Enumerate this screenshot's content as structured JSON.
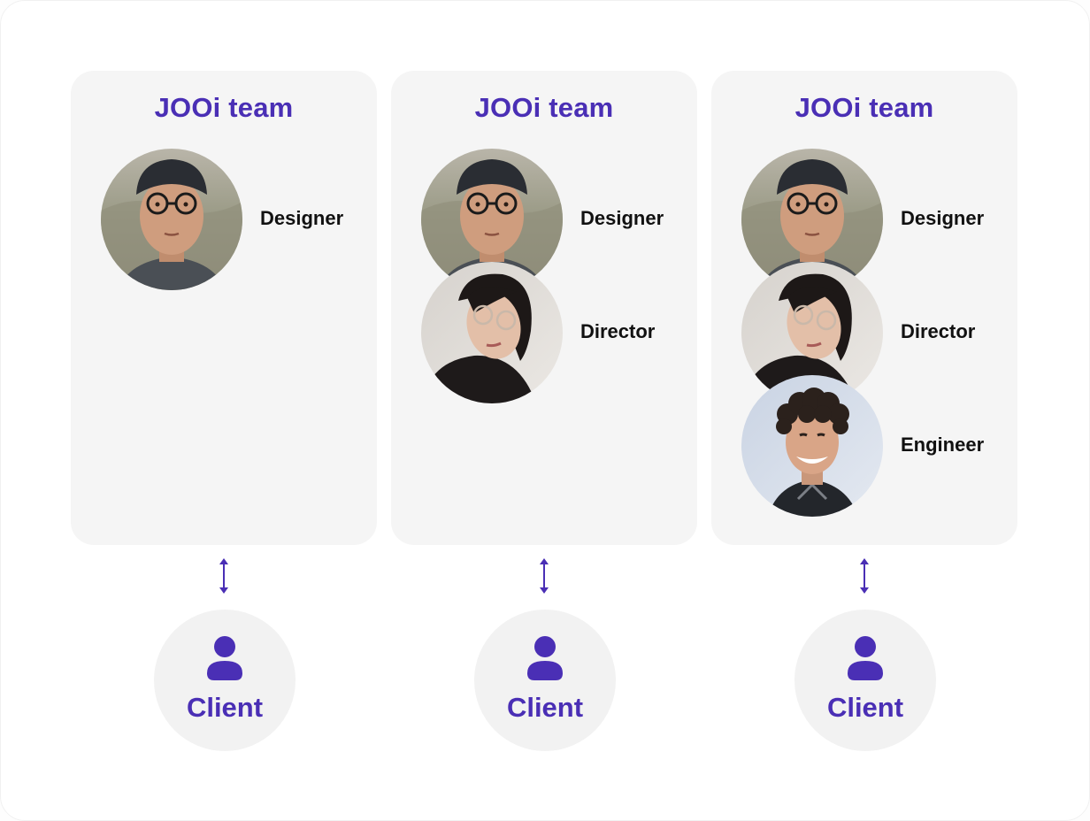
{
  "accent_color": "#4a2fb5",
  "columns": [
    {
      "team_title": "JOOi team",
      "members": [
        {
          "role": "Designer",
          "portrait": "man-cap-glasses"
        }
      ],
      "client_label": "Client",
      "client_icon": "user-icon"
    },
    {
      "team_title": "JOOi team",
      "members": [
        {
          "role": "Designer",
          "portrait": "man-cap-glasses"
        },
        {
          "role": "Director",
          "portrait": "woman-glasses"
        }
      ],
      "client_label": "Client",
      "client_icon": "user-icon"
    },
    {
      "team_title": "JOOi team",
      "members": [
        {
          "role": "Designer",
          "portrait": "man-cap-glasses"
        },
        {
          "role": "Director",
          "portrait": "woman-glasses"
        },
        {
          "role": "Engineer",
          "portrait": "man-curly-hair"
        }
      ],
      "client_label": "Client",
      "client_icon": "user-icon"
    }
  ]
}
